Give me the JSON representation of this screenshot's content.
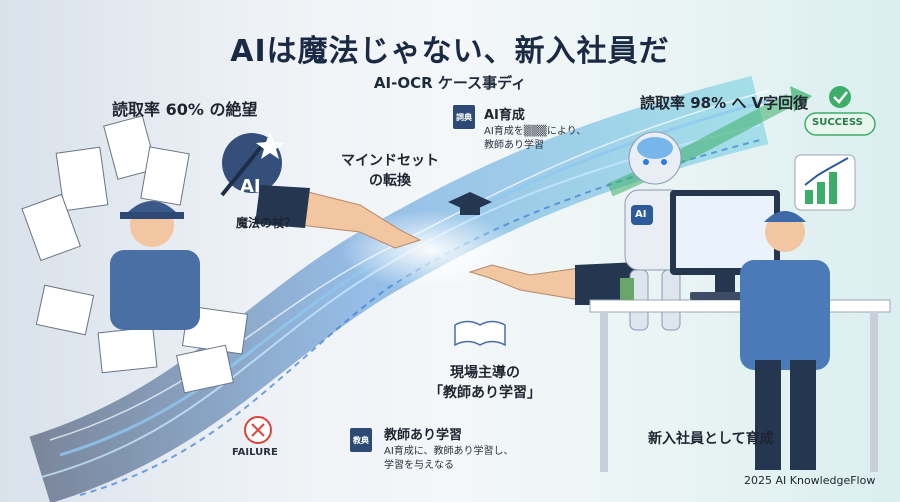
{
  "header": {
    "title": "AIは魔法じゃない、新入社員だ",
    "subtitle": "AI-OCR ケース事ディ"
  },
  "left": {
    "heading": "読取率 60% の絶望",
    "ai_badge": "AI",
    "magic_wand_caption": "魔法の杖？",
    "failure_badge": "FAILURE"
  },
  "center": {
    "mindset_line1": "マインドセット",
    "mindset_line2": "の転換",
    "ai_training_book": "詞典",
    "ai_training_title": "AI育成",
    "ai_training_desc_line1": "AI育成を▒▒▒により、",
    "ai_training_desc_line2": "教師あり学習",
    "field_led_line1": "現場主導の",
    "field_led_line2": "「教師あり学習」",
    "supervised_book": "教典",
    "supervised_title": "教師あり学習",
    "supervised_desc_line1": "AI育成に、教師あり学習し、",
    "supervised_desc_line2": "学習を与えなる"
  },
  "right": {
    "heading": "読取率 98% へ V字回復",
    "success_badge": "SUCCESS",
    "robot_chest": "AI",
    "new_employee_caption": "新入社員として育成"
  },
  "footer": {
    "credit": "2025 AI KnowledgeFlow"
  },
  "colors": {
    "title": "#1a2a44",
    "stream_blue": "#3a7fd0",
    "success_green": "#3cae6a",
    "failure_red": "#d9453b",
    "worker_blue": "#4a6fa5"
  }
}
